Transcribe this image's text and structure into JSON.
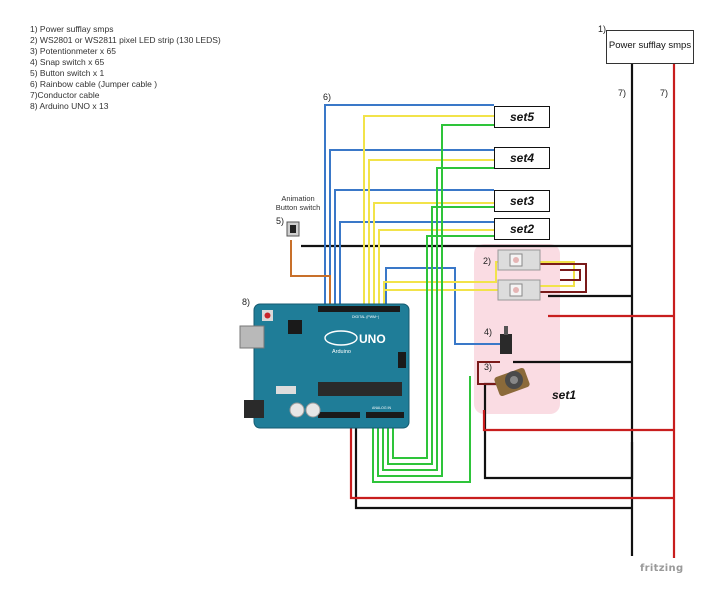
{
  "legend": [
    "1) Power sufflay smps",
    "2) WS2801 or WS2811 pixel LED strip (130 LEDS)",
    "3) Potentionmeter x 65",
    "4) Snap switch x 65",
    "5) Button switch x 1",
    "6) Rainbow cable (Jumper cable )",
    "7)Conductor cable",
    "8) Arduino UNO x 13"
  ],
  "power_supply": {
    "tag": "1)",
    "label": "Power sufflay smps"
  },
  "conductor_tags": [
    "7)",
    "7)"
  ],
  "rainbow_tag": "6)",
  "sets": [
    "set5",
    "set4",
    "set3",
    "set2",
    "set1"
  ],
  "button": {
    "tag": "5)",
    "caption_line1": "Animation",
    "caption_line2": "Button switch"
  },
  "arduino_tag": "8)",
  "arduino_board": {
    "logo": "UNO",
    "brand": "Arduino",
    "digital": "DIGITAL (PWM~)",
    "analog": "ANALOG IN"
  },
  "led_tag": "2)",
  "snap_tag": "4)",
  "pot_tag": "3)",
  "watermark": "fritzing",
  "colors": {
    "blue": "#3a78c8",
    "yellow": "#f2e34a",
    "green": "#2ec43a",
    "black": "#111111",
    "red": "#c81e1e",
    "orange": "#c8702a",
    "maroon": "#7a1a1a",
    "board": "#1f7d98",
    "pink": "#f9d6de"
  }
}
